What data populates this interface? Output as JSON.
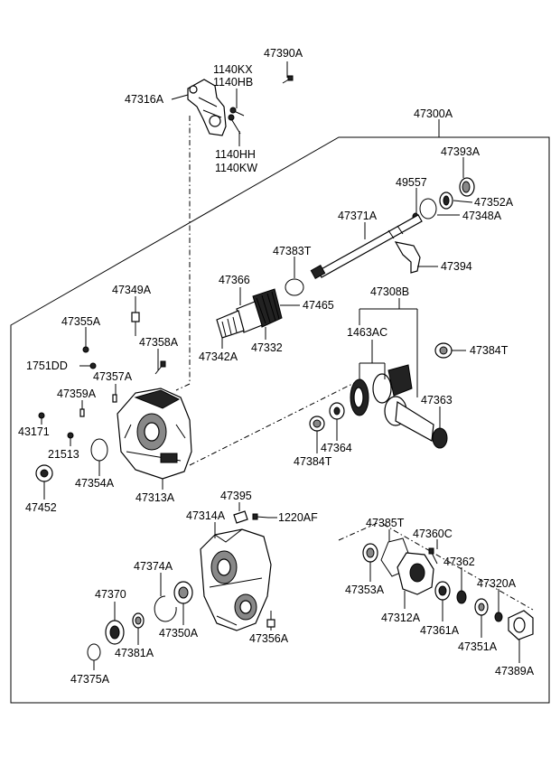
{
  "labels": {
    "l47390A": "47390A",
    "l1140KX": "1140KX",
    "l1140HB": "1140HB",
    "l47316A": "47316A",
    "l47300A": "47300A",
    "l1140HH": "1140HH",
    "l1140KW": "1140KW",
    "l47393A": "47393A",
    "l49557": "49557",
    "l47352A": "47352A",
    "l47371A": "47371A",
    "l47348A": "47348A",
    "l47383T": "47383T",
    "l47394": "47394",
    "l47366": "47366",
    "l47308B": "47308B",
    "l47465": "47465",
    "l47349A": "47349A",
    "l47355A": "47355A",
    "l1463AC": "1463AC",
    "l47342A": "47342A",
    "l47332": "47332",
    "l47358A": "47358A",
    "l47384T_1": "47384T",
    "l1751DD": "1751DD",
    "l47357A": "47357A",
    "l47359A": "47359A",
    "l47363": "47363",
    "l43171": "43171",
    "l47364": "47364",
    "l21513": "21513",
    "l47384T_2": "47384T",
    "l47354A": "47354A",
    "l47452": "47452",
    "l47313A": "47313A",
    "l47395": "47395",
    "l47314A": "47314A",
    "l1220AF": "1220AF",
    "l47385T": "47385T",
    "l47360C": "47360C",
    "l47374A": "47374A",
    "l47362": "47362",
    "l47353A": "47353A",
    "l47370": "47370",
    "l47320A": "47320A",
    "l47312A": "47312A",
    "l47350A": "47350A",
    "l47356A": "47356A",
    "l47361A": "47361A",
    "l47381A": "47381A",
    "l47351A": "47351A",
    "l47389A": "47389A",
    "l47375A": "47375A"
  }
}
